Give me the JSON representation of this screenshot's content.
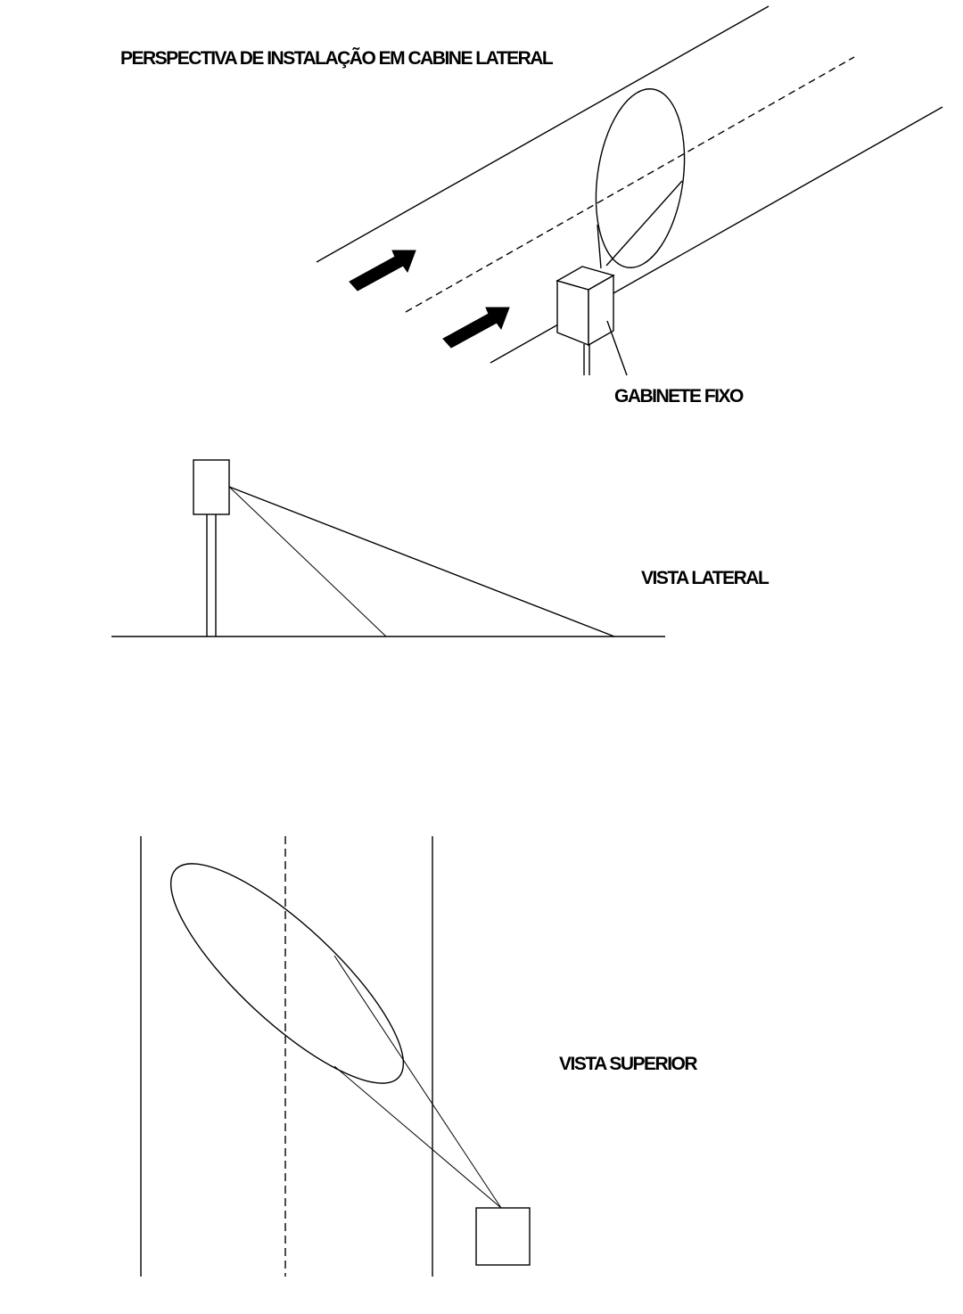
{
  "diagram": {
    "title": "PERSPECTIVA DE INSTALAÇÃO EM CABINE LATERAL",
    "labels": {
      "cabinet": "GABINETE FIXO",
      "side_view": "VISTA LATERAL",
      "top_view": "VISTA SUPERIOR"
    },
    "colors": {
      "line": "#000000",
      "background": "#ffffff"
    },
    "icons": [
      "arrow-icon",
      "cabinet-icon"
    ]
  }
}
